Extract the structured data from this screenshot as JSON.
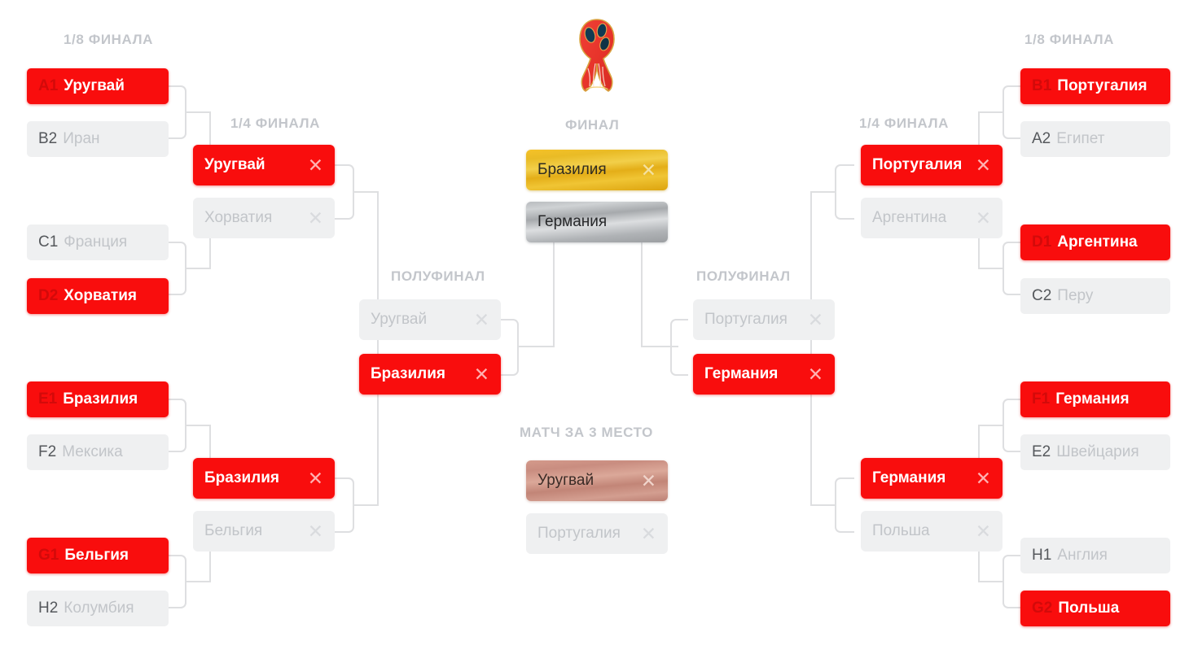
{
  "logo": {
    "name": "fifa-world-cup-trophy-logo"
  },
  "round_labels": {
    "r16_left": "1/8 ФИНАЛА",
    "qf_left": "1/4 ФИНАЛА",
    "sf_left": "ПОЛУФИНАЛ",
    "final": "ФИНАЛ",
    "third_place": "МАТЧ ЗА 3 МЕСТО",
    "sf_right": "ПОЛУФИНАЛ",
    "qf_right": "1/4 ФИНАЛА",
    "r16_right": "1/8 ФИНАЛА"
  },
  "colors": {
    "winner_red": "#f90d0d",
    "eliminated_grey": "#eff0f1",
    "gold": "#eebf2c",
    "silver": "#b9bcbf",
    "bronze": "#cf9486",
    "label_grey": "#c3c6cb",
    "connector": "#dedfe1"
  },
  "icons": {
    "close": "✕"
  },
  "round_of_16_left": [
    {
      "seed": "A1",
      "team": "Уругвай",
      "state": "winner"
    },
    {
      "seed": "B2",
      "team": "Иран",
      "state": "eliminated"
    },
    {
      "seed": "C1",
      "team": "Франция",
      "state": "eliminated"
    },
    {
      "seed": "D2",
      "team": "Хорватия",
      "state": "winner"
    },
    {
      "seed": "E1",
      "team": "Бразилия",
      "state": "winner"
    },
    {
      "seed": "F2",
      "team": "Мексика",
      "state": "eliminated"
    },
    {
      "seed": "G1",
      "team": "Бельгия",
      "state": "winner"
    },
    {
      "seed": "H2",
      "team": "Колумбия",
      "state": "eliminated"
    }
  ],
  "round_of_16_right": [
    {
      "seed": "B1",
      "team": "Португалия",
      "state": "winner"
    },
    {
      "seed": "A2",
      "team": "Египет",
      "state": "eliminated"
    },
    {
      "seed": "D1",
      "team": "Аргентина",
      "state": "winner"
    },
    {
      "seed": "C2",
      "team": "Перу",
      "state": "eliminated"
    },
    {
      "seed": "F1",
      "team": "Германия",
      "state": "winner"
    },
    {
      "seed": "E2",
      "team": "Швейцария",
      "state": "eliminated"
    },
    {
      "seed": "H1",
      "team": "Англия",
      "state": "eliminated"
    },
    {
      "seed": "G2",
      "team": "Польша",
      "state": "winner"
    }
  ],
  "quarterfinals_left": [
    {
      "team": "Уругвай",
      "state": "winner",
      "close": "✕"
    },
    {
      "team": "Хорватия",
      "state": "eliminated",
      "close": "✕"
    },
    {
      "team": "Бразилия",
      "state": "winner",
      "close": "✕"
    },
    {
      "team": "Бельгия",
      "state": "eliminated",
      "close": "✕"
    }
  ],
  "quarterfinals_right": [
    {
      "team": "Португалия",
      "state": "winner",
      "close": "✕"
    },
    {
      "team": "Аргентина",
      "state": "eliminated",
      "close": "✕"
    },
    {
      "team": "Германия",
      "state": "winner",
      "close": "✕"
    },
    {
      "team": "Польша",
      "state": "eliminated",
      "close": "✕"
    }
  ],
  "semifinal_left": [
    {
      "team": "Уругвай",
      "state": "eliminated",
      "close": "✕"
    },
    {
      "team": "Бразилия",
      "state": "winner",
      "close": "✕"
    }
  ],
  "semifinal_right": [
    {
      "team": "Португалия",
      "state": "eliminated",
      "close": "✕"
    },
    {
      "team": "Германия",
      "state": "winner",
      "close": "✕"
    }
  ],
  "final_match": [
    {
      "team": "Бразилия",
      "state": "gold",
      "close": "✕"
    },
    {
      "team": "Германия",
      "state": "silver",
      "close": ""
    }
  ],
  "third_place_match": [
    {
      "team": "Уругвай",
      "state": "bronze",
      "close": "✕"
    },
    {
      "team": "Португалия",
      "state": "eliminated",
      "close": "✕"
    }
  ]
}
